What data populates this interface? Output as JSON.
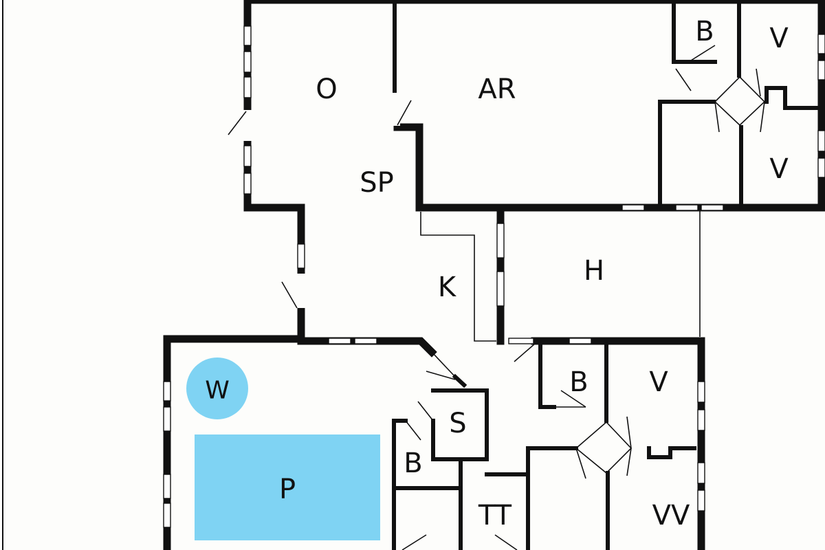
{
  "floorplan": {
    "colors": {
      "background": "#fdfdfb",
      "wall": "#111111",
      "water": "#7fd3f3"
    },
    "rooms": {
      "office": "O",
      "living_room": "AR",
      "dining": "SP",
      "kitchen": "K",
      "hall": "H",
      "wellness": "W",
      "pool": "P",
      "sauna": "S",
      "shower_bath": "B",
      "utility": "TT",
      "bathroom_top": "B",
      "bedroom_top_1": "V",
      "bedroom_top_2": "V",
      "bathroom_mid": "B",
      "bedroom_mid": "V",
      "bedroom_bottom": "VV"
    },
    "icons": [
      "door-swing-icon",
      "window-icon"
    ]
  }
}
